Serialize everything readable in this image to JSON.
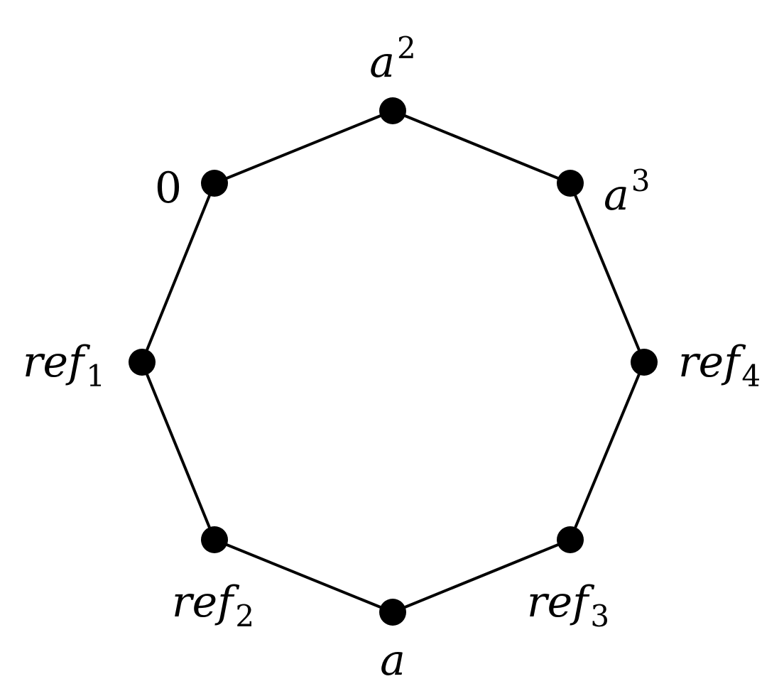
{
  "graph": {
    "vertices": [
      {
        "id": "a2",
        "base": "a",
        "sup": "2",
        "sub": ""
      },
      {
        "id": "a3",
        "base": "a",
        "sup": "3",
        "sub": ""
      },
      {
        "id": "ref4",
        "base": "ref",
        "sup": "",
        "sub": "4"
      },
      {
        "id": "ref3",
        "base": "ref",
        "sup": "",
        "sub": "3"
      },
      {
        "id": "a",
        "base": "a",
        "sup": "",
        "sub": ""
      },
      {
        "id": "ref2",
        "base": "ref",
        "sup": "",
        "sub": "2"
      },
      {
        "id": "ref1",
        "base": "ref",
        "sup": "",
        "sub": "1"
      },
      {
        "id": "zero",
        "base": "0",
        "sup": "",
        "sub": "",
        "upright": true
      }
    ],
    "edges": [
      [
        "a2",
        "a3"
      ],
      [
        "a3",
        "ref4"
      ],
      [
        "ref4",
        "ref3"
      ],
      [
        "ref3",
        "a"
      ],
      [
        "a",
        "ref2"
      ],
      [
        "ref2",
        "ref1"
      ],
      [
        "ref1",
        "zero"
      ],
      [
        "zero",
        "a2"
      ]
    ],
    "colors": {
      "edge": "#000000",
      "vertex": "#000000"
    }
  }
}
